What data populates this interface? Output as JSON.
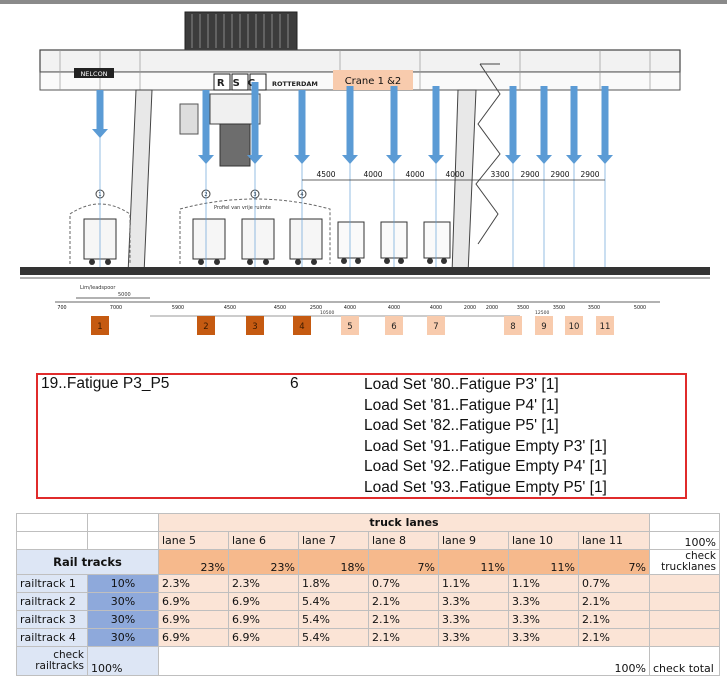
{
  "diagram": {
    "crane_label": "Crane 1 &2",
    "company_sign": "NELCON",
    "logo_letters": "RSC",
    "sign_text": "ROTTERDAM",
    "profile_note": "Profiel van vrije ruimte",
    "rail_note": "Lim/leadspoor",
    "top_dims": [
      "4500",
      "4000",
      "4000",
      "4000",
      "3300",
      "2900",
      "2900",
      "2900"
    ],
    "bottom_dims": [
      "700",
      "7000",
      "5900",
      "4500",
      "4500",
      "2500",
      "4000",
      "4000",
      "4000",
      "2000",
      "2000",
      "3500",
      "3500",
      "3500",
      "5000"
    ],
    "sub_dims": [
      "5000",
      "10500",
      "12500"
    ],
    "circle_labels": [
      "1",
      "2",
      "3",
      "4"
    ],
    "lane_boxes": [
      {
        "label": "1",
        "color": "#c55a11"
      },
      {
        "label": "2",
        "color": "#c55a11"
      },
      {
        "label": "3",
        "color": "#c55a11"
      },
      {
        "label": "4",
        "color": "#c55a11"
      },
      {
        "label": "5",
        "color": "#f8cbad"
      },
      {
        "label": "6",
        "color": "#f8cbad"
      },
      {
        "label": "7",
        "color": "#f8cbad"
      },
      {
        "label": "8",
        "color": "#f8cbad"
      },
      {
        "label": "9",
        "color": "#f8cbad"
      },
      {
        "label": "10",
        "color": "#f8cbad"
      },
      {
        "label": "11",
        "color": "#f8cbad"
      }
    ],
    "arrow_color": "#5b9bd5"
  },
  "load_set": {
    "name": "19..Fatigue P3_P5",
    "number": "6",
    "items": [
      "Load Set '80..Fatigue P3' [1]",
      "Load Set '81..Fatigue P4' [1]",
      "Load Set '82..Fatigue P5' [1]",
      "Load Set '91..Fatigue Empty P3' [1]",
      "Load Set '92..Fatigue Empty P4' [1]",
      "Load Set '93..Fatigue Empty P5' [1]"
    ]
  },
  "table": {
    "truck_lanes_title": "truck lanes",
    "lanes": [
      "lane 5",
      "lane 6",
      "lane 7",
      "lane 8",
      "lane 9",
      "lane 10",
      "lane 11"
    ],
    "lane_pcts": [
      "23%",
      "23%",
      "18%",
      "7%",
      "11%",
      "11%",
      "7%"
    ],
    "total_100": "100%",
    "check_trucklanes": "check trucklanes",
    "rail_tracks_title": "Rail tracks",
    "rails": [
      {
        "name": "railtrack 1",
        "pct": "10%",
        "values": [
          "2.3%",
          "2.3%",
          "1.8%",
          "0.7%",
          "1.1%",
          "1.1%",
          "0.7%"
        ]
      },
      {
        "name": "railtrack 2",
        "pct": "30%",
        "values": [
          "6.9%",
          "6.9%",
          "5.4%",
          "2.1%",
          "3.3%",
          "3.3%",
          "2.1%"
        ]
      },
      {
        "name": "railtrack 3",
        "pct": "30%",
        "values": [
          "6.9%",
          "6.9%",
          "5.4%",
          "2.1%",
          "3.3%",
          "3.3%",
          "2.1%"
        ]
      },
      {
        "name": "railtrack 4",
        "pct": "30%",
        "values": [
          "6.9%",
          "6.9%",
          "5.4%",
          "2.1%",
          "3.3%",
          "3.3%",
          "2.1%"
        ]
      }
    ],
    "check_railtracks": "check railtracks",
    "rail_total": "100%",
    "grand_total": "100%",
    "check_total": "check total"
  }
}
